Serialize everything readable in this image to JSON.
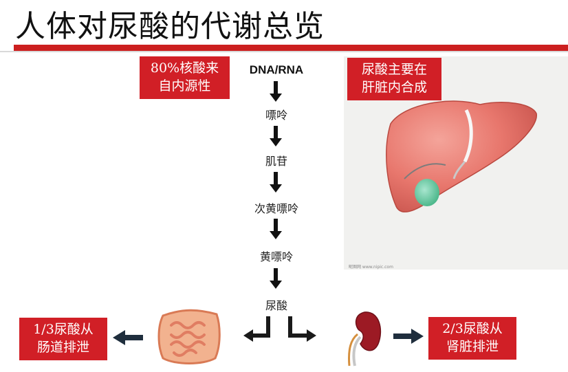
{
  "title": "人体对尿酸的代谢总览",
  "boxes": {
    "source": [
      "80%核酸来",
      "自内源性"
    ],
    "liver": [
      "尿酸主要在",
      "肝脏内合成"
    ],
    "intestine": [
      "1/3尿酸从",
      "肠道排泄"
    ],
    "kidney": [
      "2/3尿酸从",
      "肾脏排泄"
    ]
  },
  "pathway": [
    "DNA/RNA",
    "嘌呤",
    "肌苷",
    "次黄嘌呤",
    "黄嘌呤",
    "尿酸"
  ],
  "image_credit": "昵图网 www.nipic.com",
  "colors": {
    "accent_red": "#d11f26",
    "rule_red": "#cc1f1f"
  },
  "icons": [
    "liver-illustration",
    "intestine-illustration",
    "kidney-illustration",
    "down-arrow-icon",
    "left-arrow-icon",
    "right-arrow-icon"
  ]
}
